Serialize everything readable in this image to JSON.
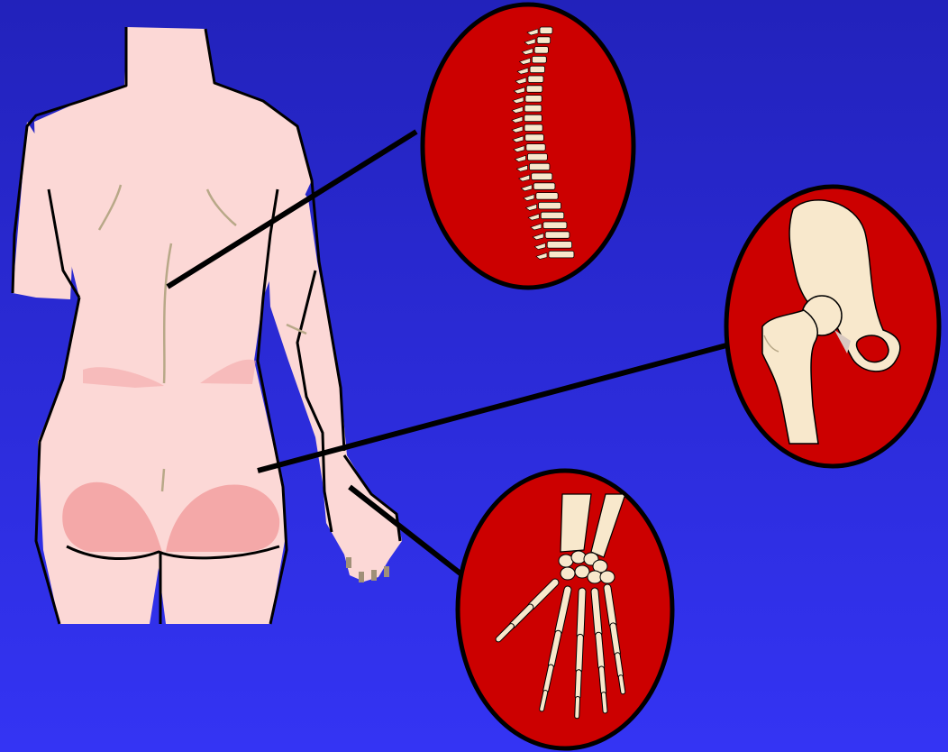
{
  "colors": {
    "background_top": "#2222bb",
    "background_bottom": "#3434f4",
    "skin": "#fcd8d6",
    "skin_shadow": "#f4a8a8",
    "callout_fill": "#cc0000",
    "bone": "#f8e8cc",
    "outline": "#000000"
  },
  "figure": {
    "name": "human-back-figure",
    "icon": "human-back-icon"
  },
  "callouts": [
    {
      "name": "spine-callout",
      "icon": "spine-icon"
    },
    {
      "name": "hip-callout",
      "icon": "hip-joint-icon"
    },
    {
      "name": "hand-callout",
      "icon": "hand-bones-icon"
    }
  ]
}
